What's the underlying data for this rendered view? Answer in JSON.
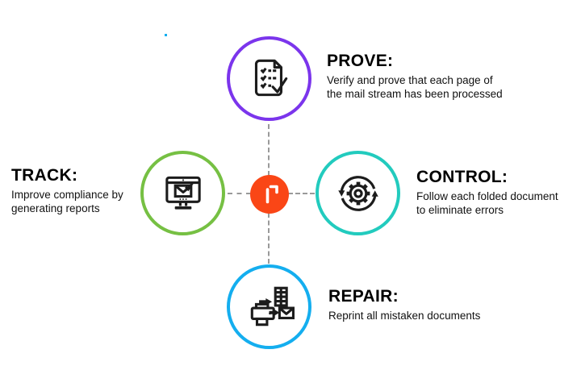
{
  "diagram": {
    "nodes": {
      "prove": {
        "title": "PROVE:",
        "description": "Verify and prove that each page of\nthe mail stream has been processed",
        "accent_color": "#7B35EC",
        "icon": "checklist-document-icon"
      },
      "track": {
        "title": "TRACK:",
        "description": "Improve compliance by\ngenerating reports",
        "accent_color": "#76C043",
        "icon": "monitor-mail-icon"
      },
      "control": {
        "title": "CONTROL:",
        "description": "Follow each folded document\nto eliminate errors",
        "accent_color": "#22CBBE",
        "icon": "gear-cycle-icon"
      },
      "repair": {
        "title": "REPAIR:",
        "description": "Reprint all mistaken documents",
        "accent_color": "#14AEEF",
        "icon": "printer-reprint-mail-icon"
      }
    },
    "center": {
      "icon": "brand-mark-icon",
      "background_color": "#FA4616"
    },
    "connector_color": "#9a9a9a"
  }
}
